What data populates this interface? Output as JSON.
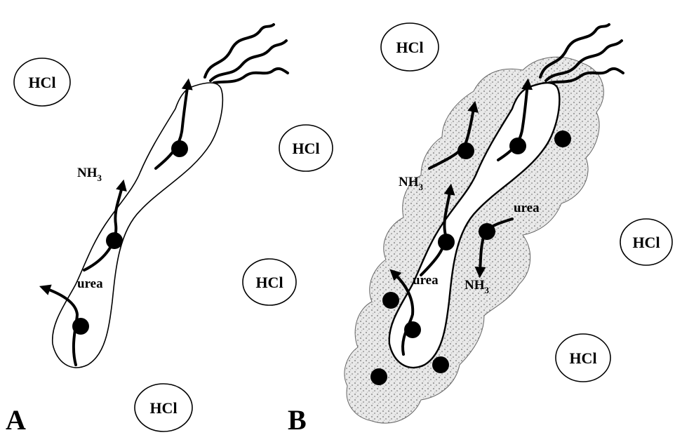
{
  "hcl_label": "HCl",
  "urea_label": "urea",
  "nh3_main": "NH",
  "nh3_sub": "3",
  "panels": {
    "a": "A",
    "b": "B"
  },
  "colors": {
    "ink": "#000000",
    "background": "#ffffff",
    "cloud_fill": "#c8c8c8"
  }
}
